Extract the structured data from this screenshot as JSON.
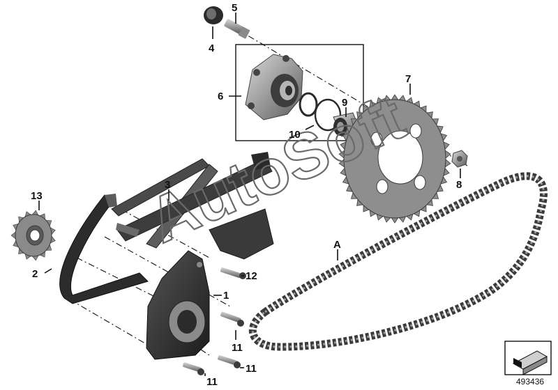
{
  "diagram": {
    "callouts": {
      "c1": "1",
      "c2": "2",
      "c3": "3",
      "c4": "4",
      "c5": "5",
      "c6": "6",
      "c7": "7",
      "c8": "8",
      "c9": "9",
      "c10": "10",
      "c11a": "11",
      "c11b": "11",
      "c11c": "11",
      "c12": "12",
      "c13": "13",
      "cA": "A"
    },
    "watermark": "AutoSoft",
    "diagram_number": "493436"
  }
}
